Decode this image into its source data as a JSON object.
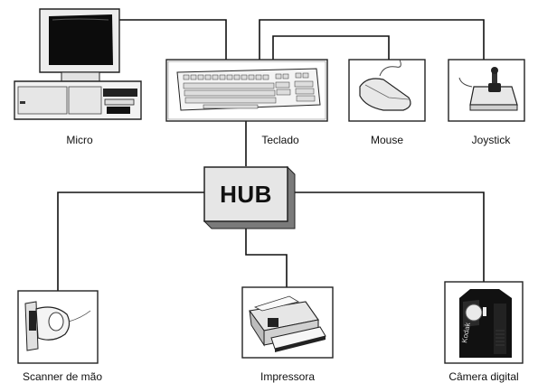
{
  "hub": {
    "label": "HUB"
  },
  "devices": {
    "micro": "Micro",
    "teclado": "Teclado",
    "mouse": "Mouse",
    "joystick": "Joystick",
    "scanner": "Scanner de mão",
    "impressora": "Impressora",
    "camera": "Câmera digital"
  },
  "icons": {
    "micro": "desktop-computer-icon",
    "teclado": "keyboard-icon",
    "mouse": "mouse-icon",
    "joystick": "joystick-icon",
    "scanner": "hand-scanner-icon",
    "impressora": "printer-icon",
    "camera": "digital-camera-icon"
  },
  "colors": {
    "line": "#111111",
    "hub_face": "#e6e6e6",
    "hub_shadow": "#7a7a7a"
  }
}
